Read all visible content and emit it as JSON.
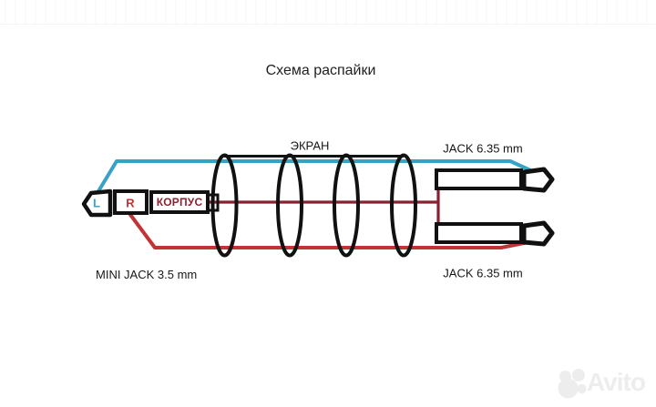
{
  "title": "Схема распайки",
  "diagram": {
    "shield_label": "ЭКРАН",
    "mini_jack_label": "MINI JACK 3.5 mm",
    "jack_top_label": "JACK 6.35 mm",
    "jack_bottom_label": "JACK 6.35 mm",
    "tip_label": "L",
    "ring_label": "R",
    "sleeve_label": "КОРПУС"
  },
  "colors": {
    "left_channel_wire": "#38a1c8",
    "right_channel_wire": "#c23335",
    "ground_wire": "#8a2130",
    "outline": "#111111"
  },
  "watermark": {
    "text": "Avito"
  }
}
